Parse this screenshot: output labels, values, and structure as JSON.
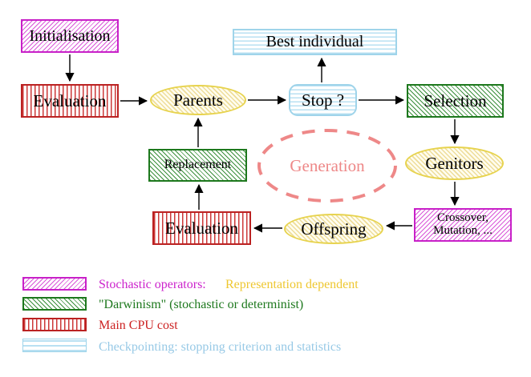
{
  "diagram": {
    "type": "flowchart",
    "nodes": {
      "initialisation": {
        "label": "Initialisation",
        "style": "magenta-hatch"
      },
      "evaluation_top": {
        "label": "Evaluation",
        "style": "red-stripes"
      },
      "best_individual": {
        "label": "Best individual",
        "style": "cyan-stripes"
      },
      "parents": {
        "label": "Parents",
        "style": "yellow-hatch-ellipse"
      },
      "stop": {
        "label": "Stop ?",
        "style": "cyan-stripes-rounded"
      },
      "selection": {
        "label": "Selection",
        "style": "green-hatch"
      },
      "replacement": {
        "label": "Replacement",
        "style": "green-hatch"
      },
      "generation": {
        "label": "Generation",
        "style": "salmon-dashed-ellipse"
      },
      "genitors": {
        "label": "Genitors",
        "style": "yellow-hatch-ellipse"
      },
      "evaluation_bottom": {
        "label": "Evaluation",
        "style": "red-stripes"
      },
      "offspring": {
        "label": "Offspring",
        "style": "yellow-hatch-ellipse"
      },
      "crossover": {
        "line1": "Crossover,",
        "line2": "Mutation, ...",
        "style": "magenta-hatch"
      }
    },
    "edges": [
      {
        "from": "Initialisation",
        "to": "Evaluation"
      },
      {
        "from": "Evaluation",
        "to": "Parents"
      },
      {
        "from": "Parents",
        "to": "Stop ?"
      },
      {
        "from": "Stop ?",
        "to": "Best individual"
      },
      {
        "from": "Stop ?",
        "to": "Selection"
      },
      {
        "from": "Selection",
        "to": "Genitors"
      },
      {
        "from": "Genitors",
        "to": "Crossover, Mutation, ..."
      },
      {
        "from": "Crossover, Mutation, ...",
        "to": "Offspring"
      },
      {
        "from": "Offspring",
        "to": "Evaluation (offspring)"
      },
      {
        "from": "Evaluation (offspring)",
        "to": "Replacement"
      },
      {
        "from": "Replacement",
        "to": "Parents"
      }
    ]
  },
  "legend": {
    "items": [
      {
        "swatch": "magenta-hatch",
        "label": "Stochastic operators:",
        "label_extra": "Representation dependent"
      },
      {
        "swatch": "green-hatch",
        "label": "\"Darwinism\" (stochastic or determinist)"
      },
      {
        "swatch": "red-stripes",
        "label": "Main CPU cost"
      },
      {
        "swatch": "cyan-stripes",
        "label": "Checkpointing: stopping criterion and statistics"
      }
    ]
  },
  "colors": {
    "magenta": "#c820c8",
    "green": "#1d781d",
    "red": "#bb2222",
    "cyan": "#9fd4ea",
    "yellow": "#e7d34e",
    "salmon": "#ee8888",
    "legend_yellow_text": "#eec730",
    "legend_blue_text": "#97c9e6",
    "arrow": "#000000"
  }
}
